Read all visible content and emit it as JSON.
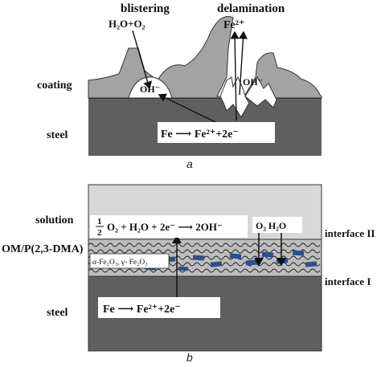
{
  "panel_a": {
    "caption": "a",
    "labels": {
      "blistering": "blistering",
      "reactants": "H₂O+O₂",
      "delamination": "delamination",
      "fe_ion": "Fe²⁺",
      "oh_left": "OH⁻",
      "oh_right": "OH⁻",
      "coating": "coating",
      "steel": "steel",
      "reaction": "Fe ⟶ Fe²⁺+2e⁻"
    }
  },
  "panel_b": {
    "caption": "b",
    "labels": {
      "solution": "solution",
      "layer": "OM/P(2,3-DMA)",
      "steel": "steel",
      "interface_top": "interface II",
      "interface_bottom": "interface I",
      "cathodic": "O₂ + H₂O + 2e⁻ ⟶ 2OH⁻",
      "cathodic_fraction_num": "1",
      "cathodic_fraction_den": "2",
      "species": "O₂  H₂O",
      "oxides": "α-Fe₂O₃, γ- Fe₂O₃",
      "anodic": "Fe ⟶ Fe²⁺+2e⁻"
    }
  },
  "colors": {
    "steel": "#5f5f5f",
    "coating": "#a3a3a3",
    "solution": "#d8d8d8",
    "layer": "#bdbdbd",
    "flakes": "#2c4f8e"
  }
}
